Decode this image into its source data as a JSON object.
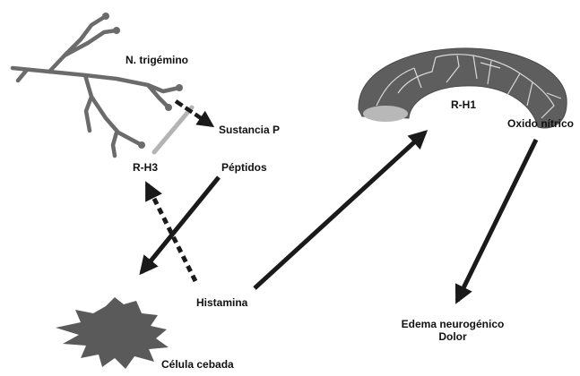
{
  "labels": {
    "trigeminal": "N. trigémino",
    "substance_p": "Sustancia P",
    "rh3": "R-H3",
    "peptides": "Péptidos",
    "rh1": "R-H1",
    "nitric_oxide": "Oxido nítrico",
    "histamine": "Histamina",
    "edema_line1": "Edema neurogénico",
    "edema_line2": "Dolor",
    "mast_cell": "Célula cebada"
  },
  "colors": {
    "nerve": "#6b6b6b",
    "receptor_h3_bar": "#b4b4b4",
    "receptor_h1_body": "#5e5e5e",
    "receptor_h1_lines": "#d9d9d9",
    "receptor_h1_oval": "#b8b8b8",
    "arrow": "#1a1a1a",
    "mast_cell": "#5a5a5a",
    "text": "#111111"
  },
  "icons": {
    "nerve": "branching-nerve-icon",
    "receptor_h1": "horseshoe-receptor-icon",
    "mast_cell": "spiky-cell-icon"
  }
}
